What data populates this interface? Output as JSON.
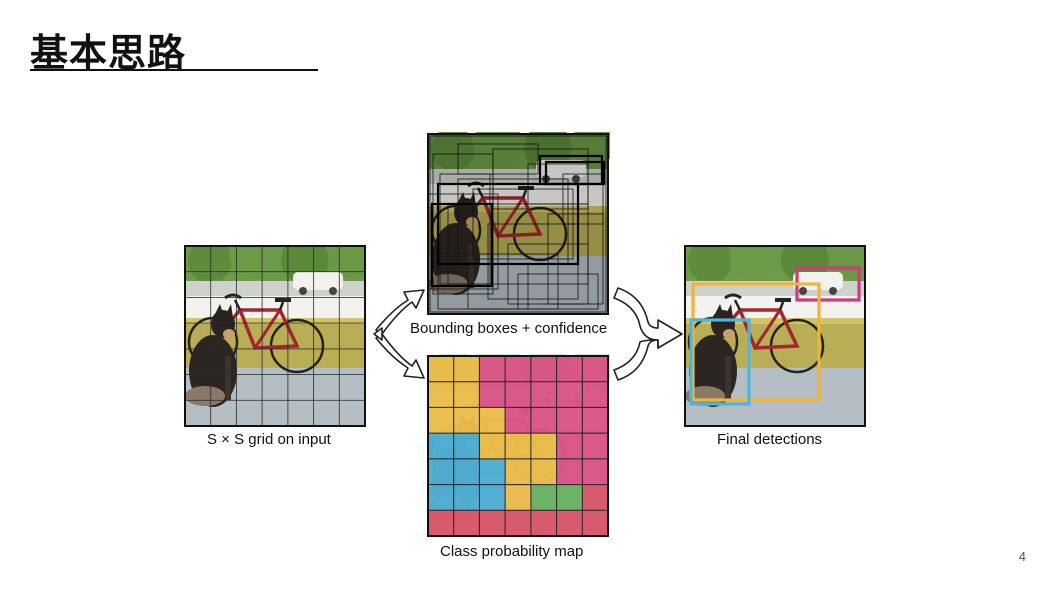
{
  "slide": {
    "title": "基本思路",
    "page_number": "4"
  },
  "panels": {
    "input": {
      "caption": "S × S grid on input"
    },
    "boxes": {
      "caption": "Bounding boxes + confidence"
    },
    "classmap": {
      "caption": "Class probability map"
    },
    "final": {
      "caption": "Final detections"
    }
  },
  "grid": {
    "rows": 7,
    "cols": 7
  },
  "class_map": {
    "cells": [
      [
        "y",
        "y",
        "m",
        "m",
        "m",
        "m",
        "m"
      ],
      [
        "y",
        "y",
        "m",
        "m",
        "m",
        "m",
        "m"
      ],
      [
        "y",
        "y",
        "y",
        "m",
        "m",
        "m",
        "m"
      ],
      [
        "b",
        "b",
        "y",
        "y",
        "y",
        "m",
        "m"
      ],
      [
        "b",
        "b",
        "b",
        "y",
        "y",
        "m",
        "m"
      ],
      [
        "b",
        "b",
        "b",
        "y",
        "g",
        "g",
        "r"
      ],
      [
        "r",
        "r",
        "r",
        "r",
        "r",
        "r",
        "r"
      ]
    ],
    "colors": {
      "y": "#e8b63a",
      "m": "#d6437c",
      "b": "#3ea6cf",
      "g": "#5bab53",
      "r": "#d4465a"
    }
  },
  "detections": {
    "colors": {
      "car": "#cf3a7b",
      "bicycle": "#f0b43a",
      "dog": "#4fb6db"
    }
  }
}
